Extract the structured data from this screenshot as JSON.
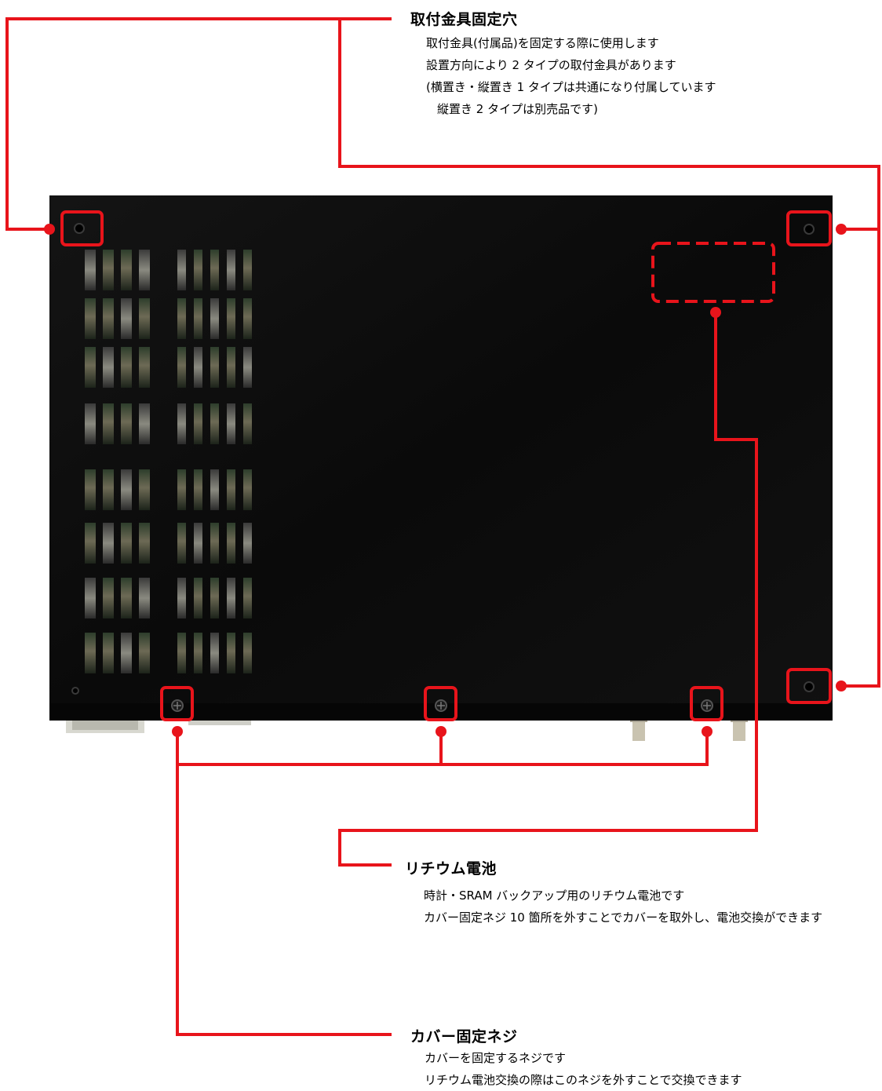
{
  "callouts": {
    "mount_holes": {
      "title": "取付金具固定穴",
      "lines": [
        "取付金具(付属品)を固定する際に使用します",
        "設置方向により 2 タイプの取付金具があります",
        "(横置き・縦置き 1 タイプは共通になり付属しています",
        "縦置き 2 タイプは別売品です)"
      ]
    },
    "battery": {
      "title": "リチウム電池",
      "lines": [
        "時計・SRAM バックアップ用のリチウム電池です",
        "カバー固定ネジ 10 箇所を外すことでカバーを取外し、電池交換ができます"
      ]
    },
    "cover_screws": {
      "title": "カバー固定ネジ",
      "lines": [
        "カバーを固定するネジです",
        "リチウム電池交換の際はこのネジを外すことで交換できます"
      ]
    }
  },
  "colors": {
    "callout": "#e8141b",
    "device_body": "#0c0c0c",
    "vent_slot": "#1f2a1f",
    "text": "#000000"
  }
}
